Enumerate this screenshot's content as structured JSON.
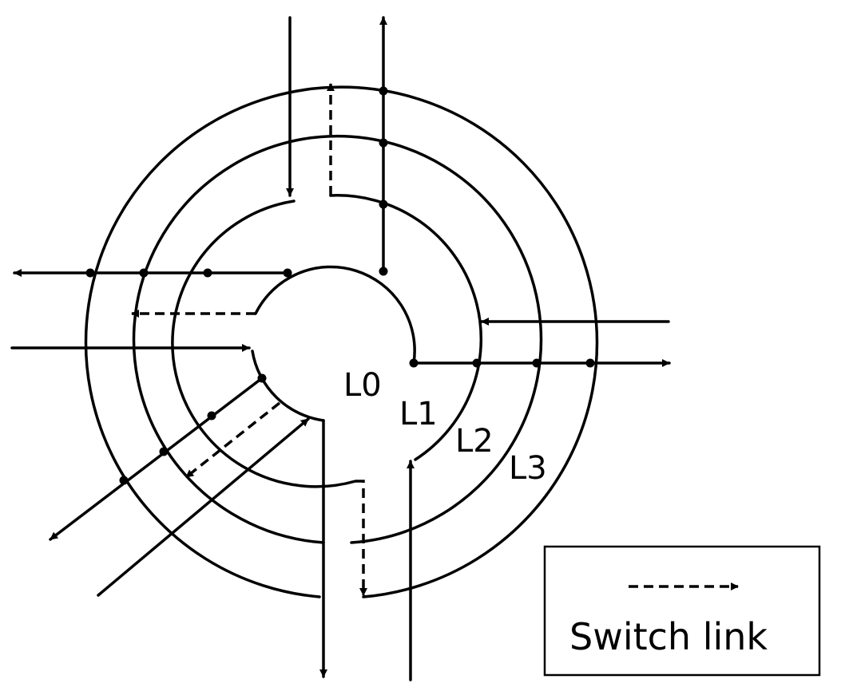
{
  "diagram": {
    "ring_labels": {
      "l0": "L0",
      "l1": "L1",
      "l2": "L2",
      "l3": "L3"
    },
    "legend": {
      "switch_link": "Switch link"
    },
    "colors": {
      "stroke": "#000000",
      "background": "#ffffff"
    }
  }
}
